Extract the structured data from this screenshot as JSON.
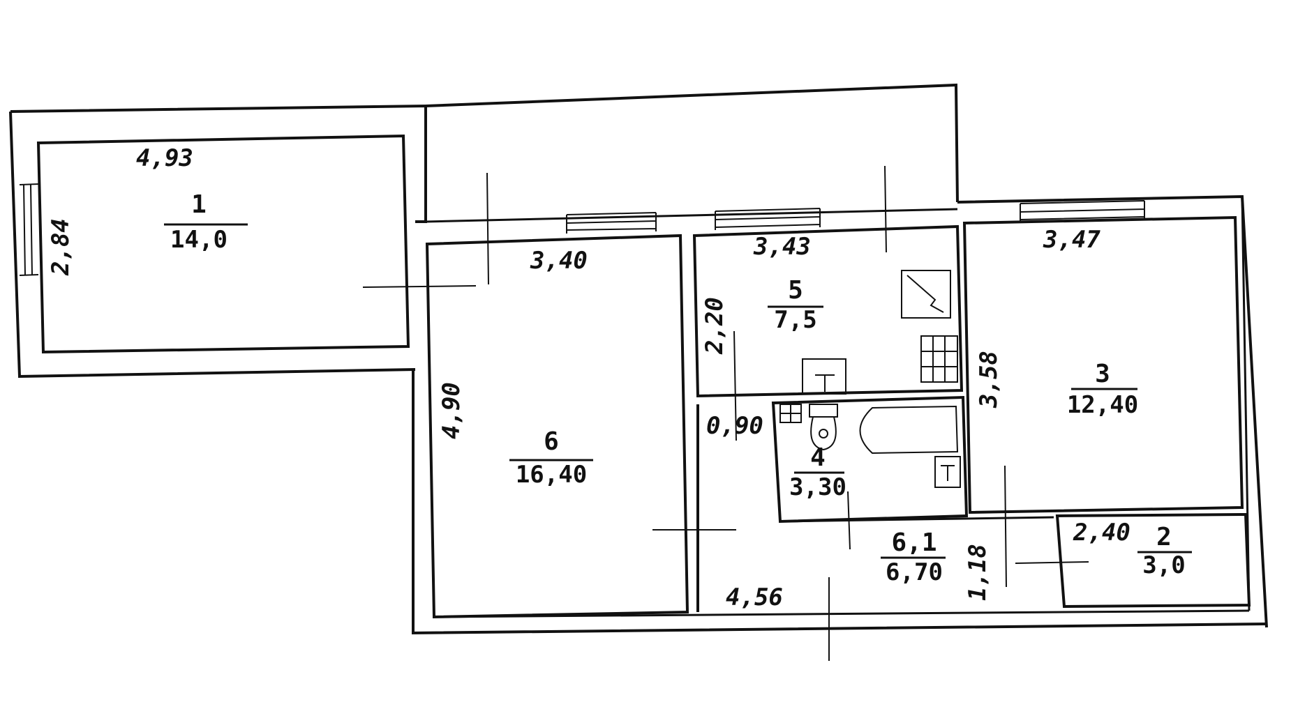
{
  "rooms": [
    {
      "number": "1",
      "area": "14,0"
    },
    {
      "number": "6",
      "area": "16,40"
    },
    {
      "number": "5",
      "area": "7,5"
    },
    {
      "number": "3",
      "area": "12,40"
    },
    {
      "number": "4",
      "area": "3,30"
    },
    {
      "number": "6,1",
      "area": "6,70"
    },
    {
      "number": "2",
      "area": "3,0"
    }
  ],
  "dimensions": {
    "room1_length": "4,93",
    "room1_width": "2,84",
    "room6_top": "3,40",
    "room6_side": "4,90",
    "room5_top": "3,43",
    "room5_side": "2,20",
    "room3_top": "3,47",
    "room3_side": "3,58",
    "corridor_small": "0,90",
    "hall_length": "4,56",
    "hall_width": "1,18",
    "room2_length": "2,40"
  },
  "colors": {
    "ink": "#111111",
    "paper": "#ffffff",
    "note": "#1a2a8a"
  }
}
